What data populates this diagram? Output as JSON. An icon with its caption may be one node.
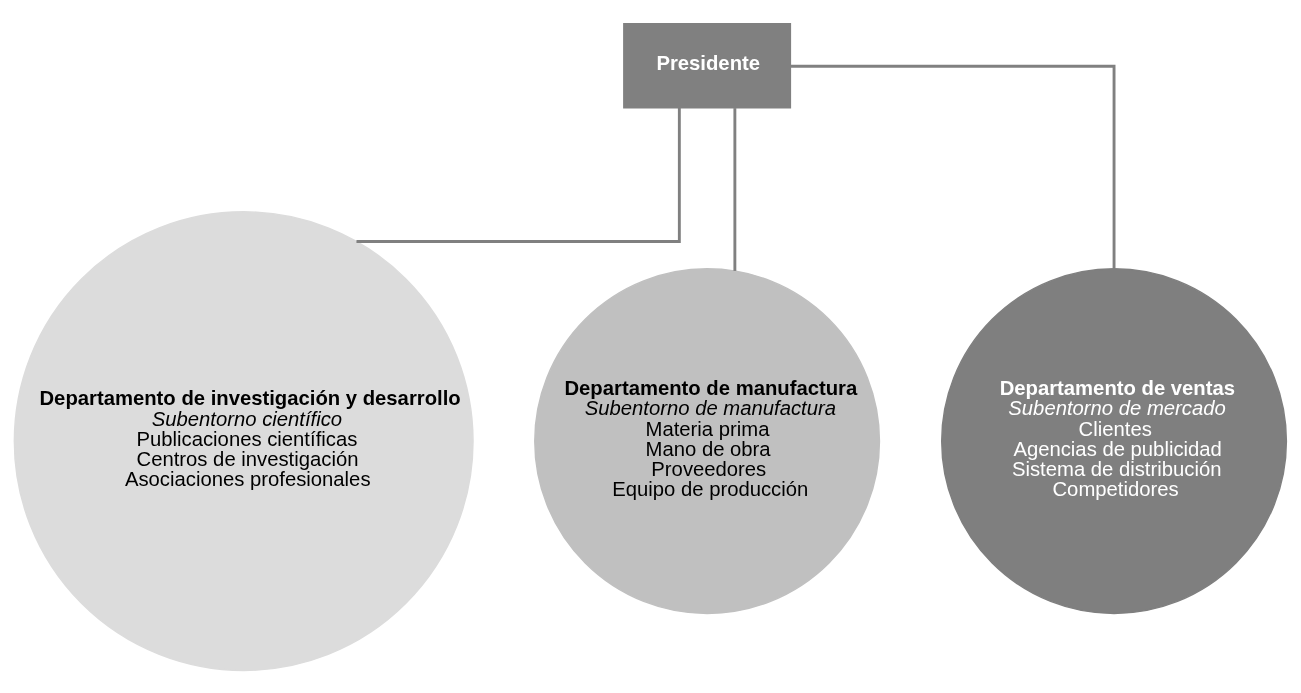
{
  "diagram": {
    "nodes": [
      {
        "text": [
          "Presidente"
        ]
      },
      {
        "text": [
          "Departamento de investigación y desarrollo",
          "Subentorno científico",
          "Publicaciones científicas",
          "Centros de investigación",
          "Asociaciones profesionales"
        ]
      },
      {
        "text": [
          "Departamento de manufactura",
          "Subentorno de manufactura",
          "Materia prima",
          "Mano de obra",
          "Proveedores",
          "Equipo de producción"
        ]
      },
      {
        "text": [
          "Departamento de ventas",
          "Subentorno de mercado",
          "Clientes",
          "Agencias de publicidad",
          "Sistema de distribución",
          "Competidores"
        ]
      }
    ],
    "edges": [
      {
        "from": 0,
        "to": 1,
        "arrow": "none"
      },
      {
        "from": 0,
        "to": 2,
        "arrow": "none"
      },
      {
        "from": 0,
        "to": 3,
        "arrow": "none"
      }
    ]
  }
}
